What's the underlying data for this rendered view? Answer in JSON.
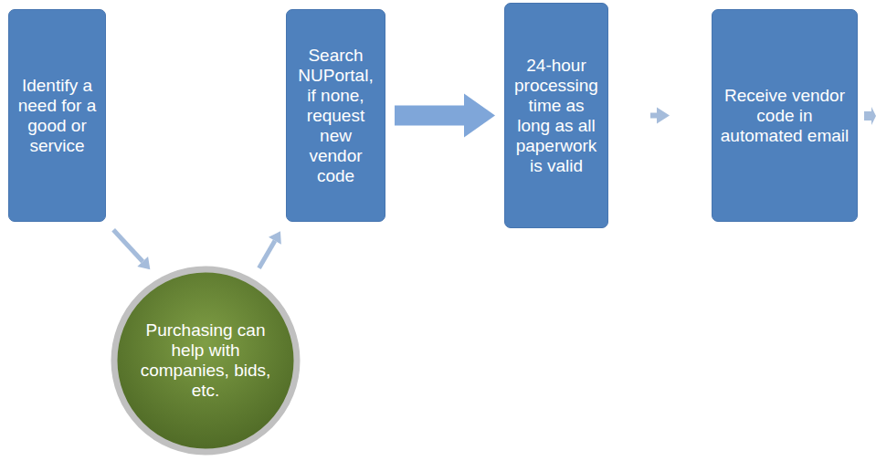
{
  "diagram": {
    "nodes": [
      {
        "text": [
          "Identify a need for a good or service"
        ]
      },
      {
        "text": [
          "Purchasing can help with companies, bids, etc."
        ]
      },
      {
        "text": [
          "Search NUPortal, if none, request new vendor code"
        ]
      },
      {
        "text": [
          "24-hour processing time as long as all paperwork is valid"
        ]
      },
      {
        "text": [
          "Receive vendor code in automated email"
        ]
      }
    ],
    "edges": [
      {
        "from": 0,
        "to": 1,
        "arrow": "to"
      },
      {
        "from": 1,
        "to": 2,
        "arrow": "to"
      },
      {
        "from": 2,
        "to": 3,
        "arrow": "to"
      },
      {
        "from": 3,
        "to": 4,
        "arrow": "to"
      }
    ]
  }
}
